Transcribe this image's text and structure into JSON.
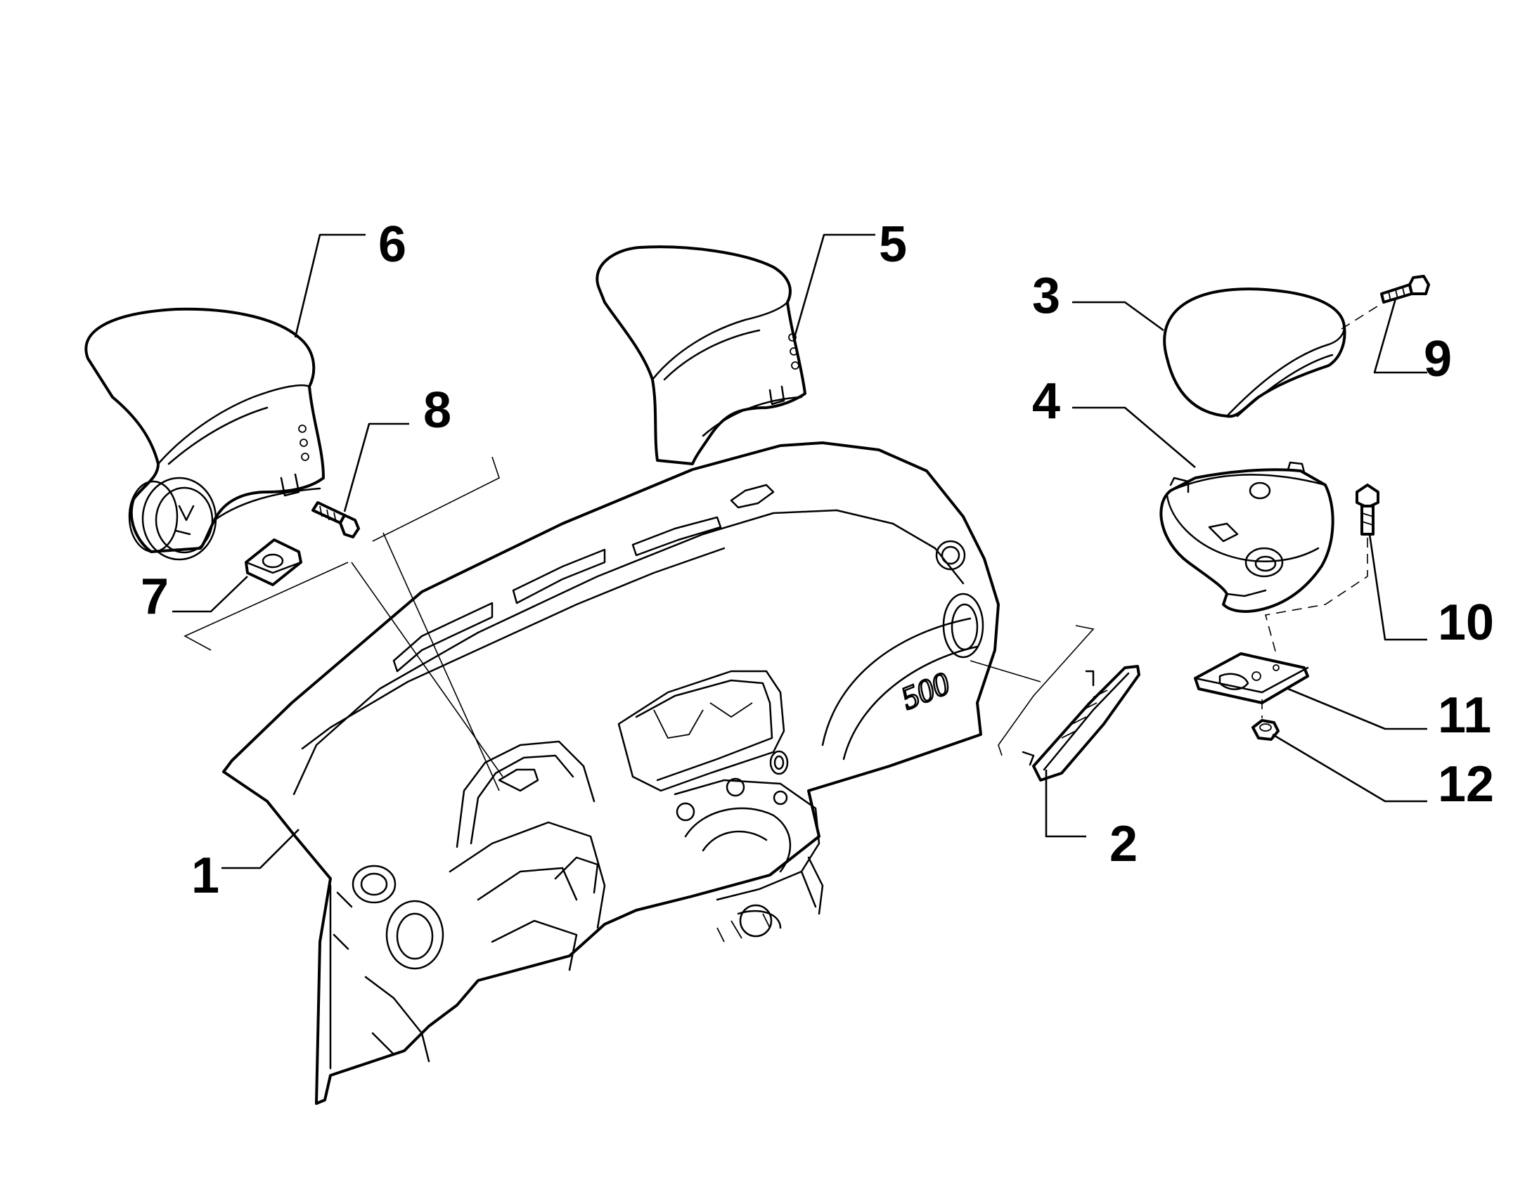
{
  "diagram": {
    "line_color": "#000000",
    "background": "#ffffff",
    "callouts": [
      {
        "id": "1",
        "label": "1"
      },
      {
        "id": "2",
        "label": "2"
      },
      {
        "id": "3",
        "label": "3"
      },
      {
        "id": "4",
        "label": "4"
      },
      {
        "id": "5",
        "label": "5"
      },
      {
        "id": "6",
        "label": "6"
      },
      {
        "id": "7",
        "label": "7"
      },
      {
        "id": "8",
        "label": "8"
      },
      {
        "id": "9",
        "label": "9"
      },
      {
        "id": "10",
        "label": "10"
      },
      {
        "id": "11",
        "label": "11"
      },
      {
        "id": "12",
        "label": "12"
      }
    ],
    "dash_logo": "500"
  }
}
